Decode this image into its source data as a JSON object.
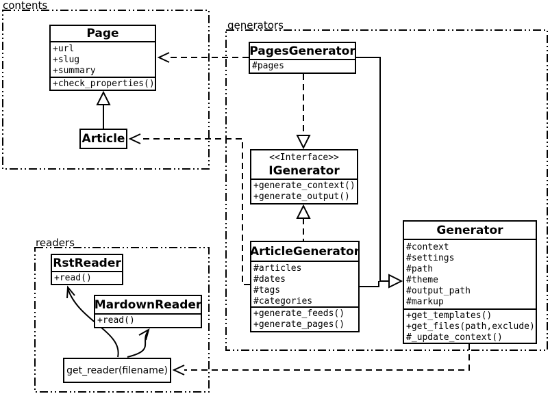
{
  "packages": {
    "contents": {
      "label": "contents"
    },
    "generators": {
      "label": "generators"
    },
    "readers": {
      "label": "readers"
    }
  },
  "classes": {
    "page": {
      "title": "Page",
      "attributes": [
        "+url",
        "+slug",
        "+summary"
      ],
      "methods": [
        "+check_properties()"
      ]
    },
    "article": {
      "title": "Article"
    },
    "pages_generator": {
      "title": "PagesGenerator",
      "attributes": [
        "#pages"
      ]
    },
    "igenerator": {
      "stereotype": "<<Interface>>",
      "title": "IGenerator",
      "methods": [
        "+generate_context()",
        "+generate_output()"
      ]
    },
    "article_generator": {
      "title": "ArticleGenerator",
      "attributes": [
        "#articles",
        "#dates",
        "#tags",
        "#categories"
      ],
      "methods": [
        "+generate_feeds()",
        "+generate_pages()"
      ]
    },
    "generator": {
      "title": "Generator",
      "attributes": [
        "#context",
        "#settings",
        "#path",
        "#theme",
        "#output_path",
        "#markup"
      ],
      "methods": [
        "+get_templates()",
        "+get_files(path,exclude)",
        "#_update_context()"
      ]
    },
    "rst_reader": {
      "title": "RstReader",
      "methods": [
        "+read()"
      ]
    },
    "mardown_reader": {
      "title": "MardownReader",
      "methods": [
        "+read()"
      ]
    },
    "get_reader": {
      "label": "get_reader(filename)"
    }
  },
  "relationships": [
    {
      "from": "Article",
      "to": "Page",
      "type": "generalization"
    },
    {
      "from": "PagesGenerator",
      "to": "Page",
      "type": "dependency"
    },
    {
      "from": "PagesGenerator",
      "to": "IGenerator",
      "type": "realization"
    },
    {
      "from": "ArticleGenerator",
      "to": "IGenerator",
      "type": "realization"
    },
    {
      "from": "PagesGenerator",
      "to": "Generator",
      "type": "generalization"
    },
    {
      "from": "ArticleGenerator",
      "to": "Generator",
      "type": "generalization"
    },
    {
      "from": "ArticleGenerator",
      "to": "Article",
      "type": "dependency"
    },
    {
      "from": "Generator",
      "to": "get_reader(filename)",
      "type": "dependency"
    },
    {
      "from": "get_reader(filename)",
      "to": "RstReader",
      "type": "call"
    },
    {
      "from": "get_reader(filename)",
      "to": "MardownReader",
      "type": "call"
    }
  ],
  "colors": {
    "line": "#000000",
    "background": "#ffffff",
    "box_fill": "#ffffff"
  }
}
